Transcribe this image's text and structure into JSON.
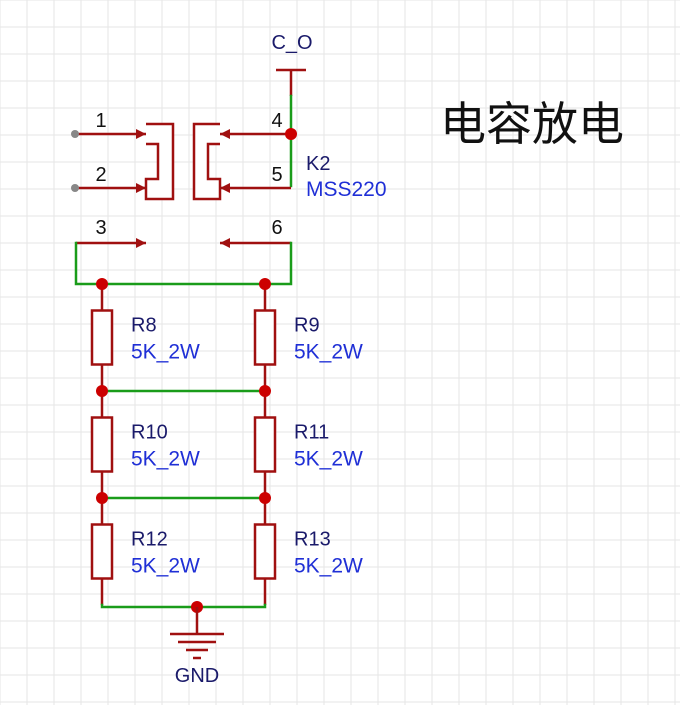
{
  "title": "电容放电",
  "nets": {
    "top": "C_O",
    "ground": "GND"
  },
  "switch": {
    "ref": "K2",
    "value": "MSS220",
    "pins": [
      "1",
      "2",
      "3",
      "4",
      "5",
      "6"
    ]
  },
  "resistors": [
    {
      "ref": "R8",
      "value": "5K_2W"
    },
    {
      "ref": "R9",
      "value": "5K_2W"
    },
    {
      "ref": "R10",
      "value": "5K_2W"
    },
    {
      "ref": "R11",
      "value": "5K_2W"
    },
    {
      "ref": "R12",
      "value": "5K_2W"
    },
    {
      "ref": "R13",
      "value": "5K_2W"
    }
  ],
  "colors": {
    "wire": "#1a9c1a",
    "component": "#a01010",
    "junction": "#cc0000",
    "value_text": "#1f2fd6",
    "ref_text": "#1a1a6a"
  }
}
